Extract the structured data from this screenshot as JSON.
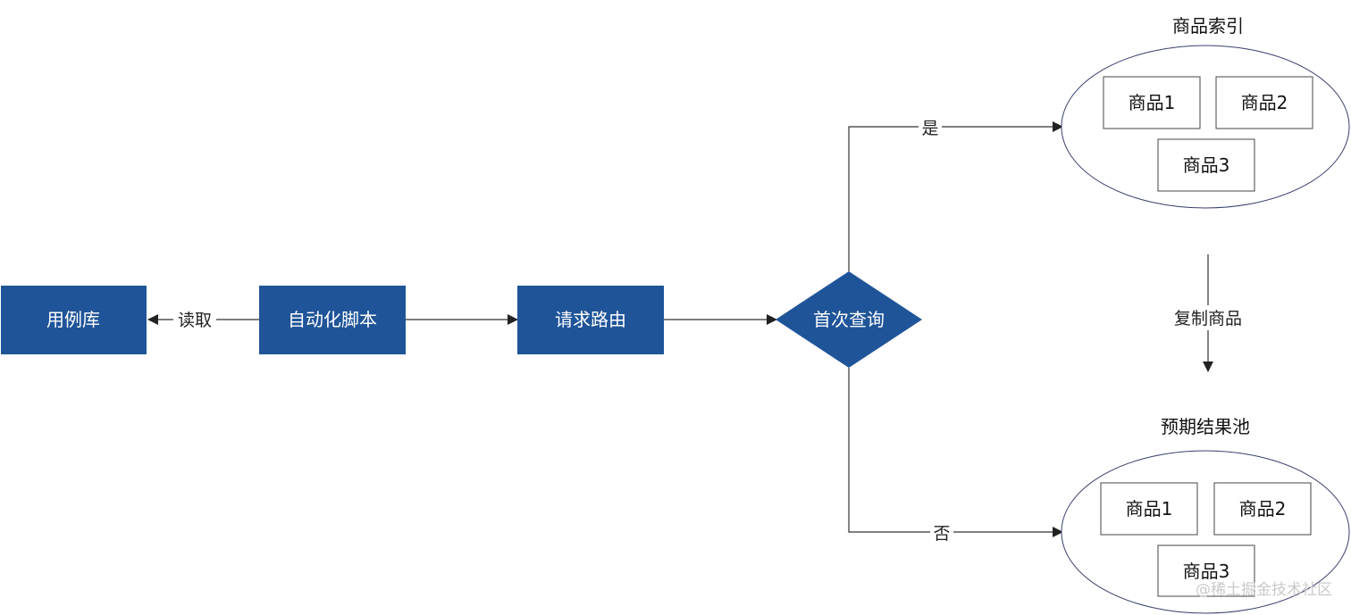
{
  "colors": {
    "node_fill": "#1f5499",
    "node_text": "#ffffff",
    "edge": "#333333",
    "ellipse_stroke": "#3a3f6e",
    "item_stroke": "#444444",
    "watermark": "#c9c9c9"
  },
  "nodes": {
    "case_library": "用例库",
    "automation_script": "自动化脚本",
    "request_routing": "请求路由",
    "first_query": "首次查询"
  },
  "edges": {
    "read": "读取",
    "yes": "是",
    "no": "否",
    "copy_items": "复制商品"
  },
  "groups": {
    "product_index": {
      "title": "商品索引",
      "items": [
        "商品1",
        "商品2",
        "商品3"
      ]
    },
    "expected_pool": {
      "title": "预期结果池",
      "items": [
        "商品1",
        "商品2",
        "商品3"
      ]
    }
  },
  "watermark": "@稀土掘金技术社区"
}
